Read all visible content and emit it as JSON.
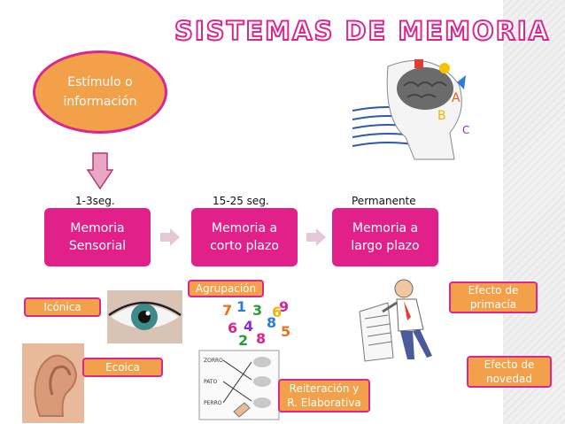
{
  "title": "SISTEMAS DE MEMORIA",
  "stimulus": {
    "label": "Estímulo o\ninformación"
  },
  "durations": [
    "1-3seg.",
    "15-25 seg.",
    "Permanente"
  ],
  "memories": [
    "Memoria\nSensorial",
    "Memoria a\ncorto plazo",
    "Memoria a\nlargo plazo"
  ],
  "tags": {
    "iconica": "Icónica",
    "ecoica": "Ecoica",
    "agrupacion": "Agrupación",
    "reiteracion": "Reiteración y\nR. Elaborativa",
    "primacia": "Efecto de\nprimacía",
    "novedad": "Efecto de\nnovedad"
  },
  "colors": {
    "accent": "#e2208a",
    "orange": "#f2a14a",
    "arrow_fill": "#e9a7c4",
    "arrow_stroke": "#b03a78"
  },
  "digits": [
    "7",
    "1",
    "3",
    "9",
    "6",
    "4",
    "8",
    "5",
    "2",
    "8",
    "6"
  ],
  "worksheet_words": [
    "ZORRO",
    "PATO",
    "PERRO"
  ]
}
